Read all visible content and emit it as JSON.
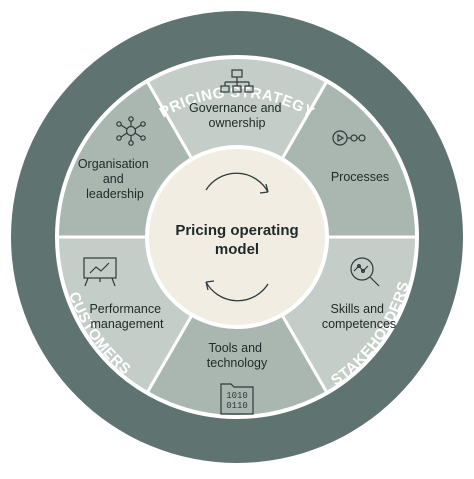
{
  "colors": {
    "outer_ring": "#5f7371",
    "ring_border": "#ffffff",
    "segment_light": "#c4cdc8",
    "segment_dark": "#aab7b1",
    "center_fill": "#f1ede2",
    "center_border": "#ffffff",
    "text": "#1f2a2a",
    "ring_text": "#ffffff"
  },
  "ring": {
    "top": "PRICING STRATEGY",
    "left": "CUSTOMERS",
    "right": "STAKEHOLDERS"
  },
  "center": {
    "line1": "Pricing operating",
    "line2": "model"
  },
  "segments": [
    {
      "lines": [
        "Governance and",
        "ownership"
      ],
      "icon": "org-chart-icon",
      "shade": "light"
    },
    {
      "lines": [
        "Processes"
      ],
      "icon": "process-flow-icon",
      "shade": "dark"
    },
    {
      "lines": [
        "Skills and",
        "competences"
      ],
      "icon": "magnifier-chart-icon",
      "shade": "light"
    },
    {
      "lines": [
        "Tools and",
        "technology"
      ],
      "icon": "binary-folder-icon",
      "shade": "dark"
    },
    {
      "lines": [
        "Performance",
        "management"
      ],
      "icon": "presentation-board-icon",
      "shade": "light"
    },
    {
      "lines": [
        "Organisation",
        "and",
        "leadership"
      ],
      "icon": "network-hub-icon",
      "shade": "dark"
    }
  ],
  "icons": {
    "binary_line1": "1010",
    "binary_line2": "0110"
  }
}
